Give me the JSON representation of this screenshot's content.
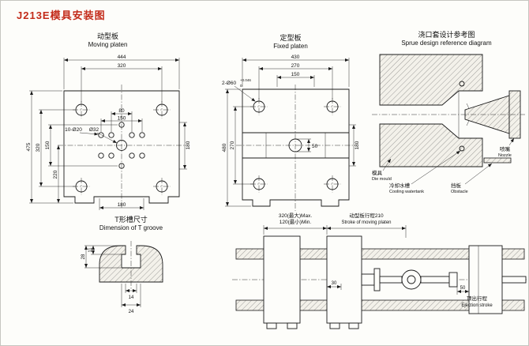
{
  "colors": {
    "title_red": "#c32b1a",
    "drawing_line": "#1a1a1a"
  },
  "page": {
    "title": "J213E模具安装图"
  },
  "moving_platen": {
    "title_cn": "动型板",
    "title_en": "Moving platen",
    "dim_top_outer": "444",
    "dim_top_bolt": "320",
    "dim_bolt_h_outer": "150",
    "dim_bolt_h_inner": "80",
    "dim_left_outer": "475",
    "dim_left_bolt": "320",
    "dim_bolt_v_outer": "150",
    "dim_left_lower": "220",
    "dim_right": "180",
    "dim_bottom": "180",
    "label_holes": "10-Ø20",
    "label_center_hole": "Ø32"
  },
  "fixed_platen": {
    "title_cn": "定型板",
    "title_en": "Fixed platen",
    "dim_top_outer": "430",
    "dim_top_bolt": "270",
    "dim_top_slot": "150",
    "label_holes": "2-Ø60",
    "tol_upper": "+0.046",
    "tol_lower": "0",
    "dim_left_outer": "480",
    "dim_left_bolt": "270",
    "dim_right": "180",
    "dim_center": "50"
  },
  "sprue_diagram": {
    "title_cn": "浇口套设计参考图",
    "title_en": "Sprue design reference diagram",
    "label_mould_cn": "模具",
    "label_mould_en": "Die mould",
    "label_cooling_cn": "冷却水槽",
    "label_cooling_en": "Cooling watertank",
    "label_nozzle_cn": "喷嘴",
    "label_nozzle_en": "Nozzle",
    "label_obstacle_cn": "挡板",
    "label_obstacle_en": "Obstacle"
  },
  "t_groove": {
    "title_cn": "T形槽尺寸",
    "title_en": "Dimension of T groove",
    "dim_depth_top": "11",
    "dim_depth_total": "28",
    "dim_width_top": "14",
    "dim_width_bottom": "24"
  },
  "stroke_diagram": {
    "label_max": "320(最大)Max.",
    "label_min": "120(最小)Min.",
    "label_stroke_cn": "动型板行程210",
    "label_stroke_en": "Stroke of moving platen",
    "dim_gap": "30",
    "dim_eject": "50",
    "label_eject_cn": "顶出行程",
    "label_eject_en": "Ejection stroke"
  }
}
